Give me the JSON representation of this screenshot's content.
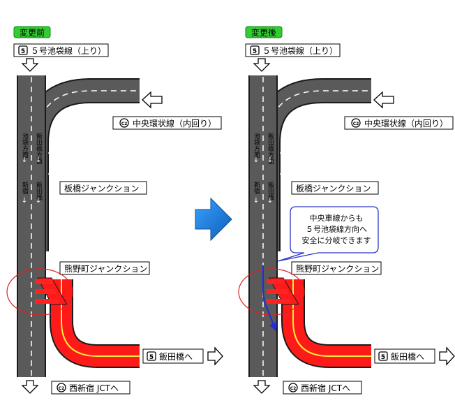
{
  "panels": [
    {
      "tag": "変更前",
      "route5_glyph": "5",
      "route5_name": "５号池袋線（上り）",
      "c2_glyph": "C2",
      "c2_name": "中央環状線（内回り）",
      "lane_left_1": "池袋方面",
      "lane_right_1": "飯田橋方面",
      "lane_left_2": "新宿",
      "lane_right_2": "飯田橋",
      "itabashi": "板橋ジャンクション",
      "kumanocho": "熊野町ジャンクション",
      "iidabashi_glyph": "5",
      "iidabashi": "飯田橋へ",
      "nishishinjuku_glyph": "C2",
      "nishishinjuku": "西新宿 JCTへ",
      "callout": ""
    },
    {
      "tag": "変更後",
      "route5_glyph": "5",
      "route5_name": "５号池袋線（上り）",
      "c2_glyph": "C2",
      "c2_name": "中央環状線（内回り）",
      "lane_left_1": "池袋方面",
      "lane_right_1": "飯田橋方面",
      "lane_left_2": "新宿",
      "lane_right_2": "飯田橋",
      "itabashi": "板橋ジャンクション",
      "kumanocho": "熊野町ジャンクション",
      "iidabashi_glyph": "5",
      "iidabashi": "飯田橋へ",
      "nishishinjuku_glyph": "C2",
      "nishishinjuku": "西新宿 JCTへ",
      "callout": [
        "中央車線からも",
        "５号池袋線方向へ",
        "安全に分岐できます"
      ]
    }
  ],
  "colors": {
    "road": "#5a5a5a",
    "road_edge": "#1a1a1a",
    "lane_mark": "#ffffff",
    "red_section": "#ff1a1a",
    "yellow_line": "#ffee33",
    "tag_green": "#33cc33",
    "transition_arrow": "#1a7fd6",
    "callout_border": "#2a35c8",
    "route_path": "#1f2ed6",
    "circle": "#dd2222"
  }
}
